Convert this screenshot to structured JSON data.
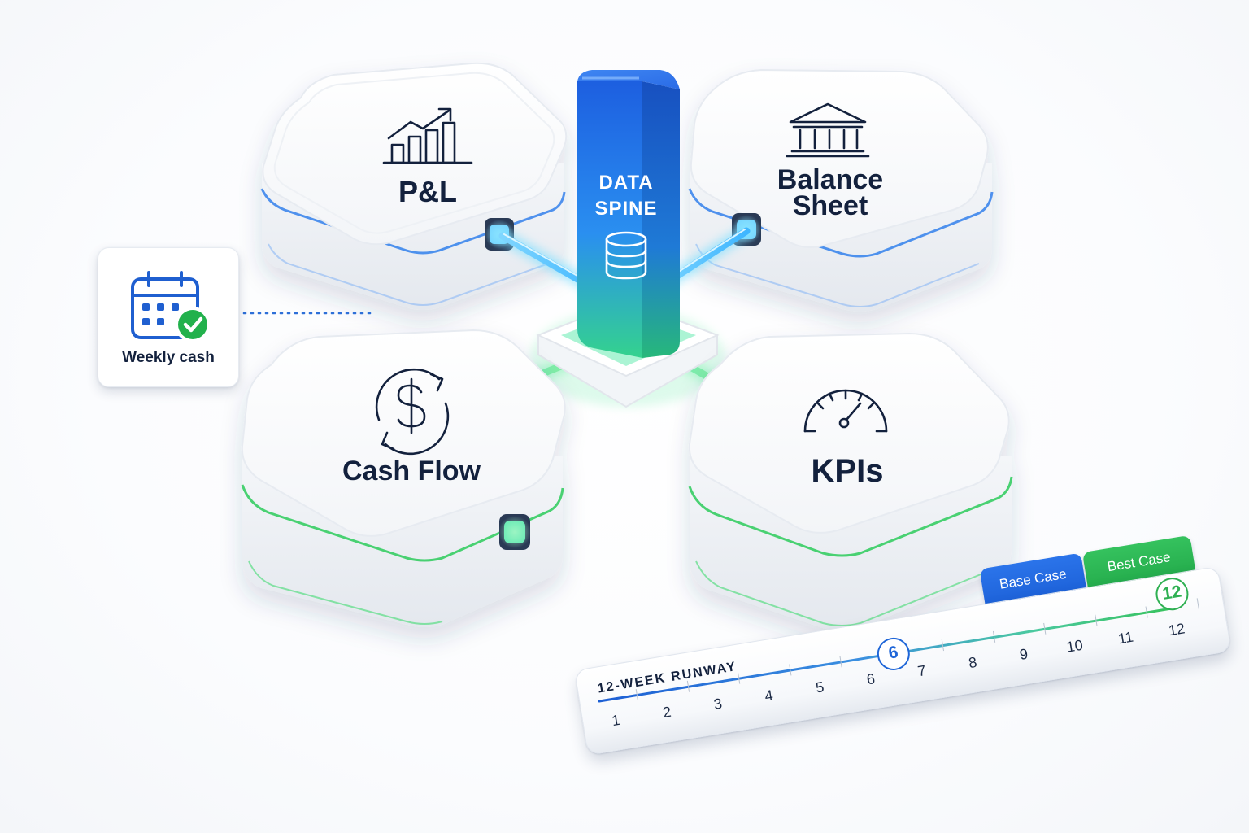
{
  "modules": {
    "pnl": {
      "label": "P&L",
      "icon": "bar-chart-growth-icon",
      "accent": "#3d86ec"
    },
    "balance_sheet": {
      "label_line1": "Balance",
      "label_line2": "Sheet",
      "icon": "bank-building-icon",
      "accent": "#3d86ec"
    },
    "cash_flow": {
      "label": "Cash Flow",
      "icon": "dollar-cycle-icon",
      "accent": "#3fcf6a"
    },
    "kpis": {
      "label": "KPIs",
      "icon": "speedometer-gauge-icon",
      "accent": "#3fcf6a"
    }
  },
  "spine": {
    "label_line1": "DATA",
    "label_line2": "SPINE",
    "icon": "database-icon",
    "color_top": "#1d63e0",
    "color_bottom": "#2fd58a"
  },
  "weekly_card": {
    "label": "Weekly cash",
    "icon": "calendar-check-icon",
    "check_color": "#22b14c",
    "calendar_color": "#1f5fd0"
  },
  "runway": {
    "title": "12-WEEK RUNWAY",
    "weeks": [
      "1",
      "2",
      "3",
      "4",
      "5",
      "6",
      "7",
      "8",
      "9",
      "10",
      "11",
      "12"
    ],
    "current_week": "6",
    "end_week": "12",
    "tabs": {
      "base": "Base Case",
      "best": "Best Case"
    },
    "tab_colors": {
      "base": "#1f66d8",
      "best": "#2fb052"
    }
  }
}
